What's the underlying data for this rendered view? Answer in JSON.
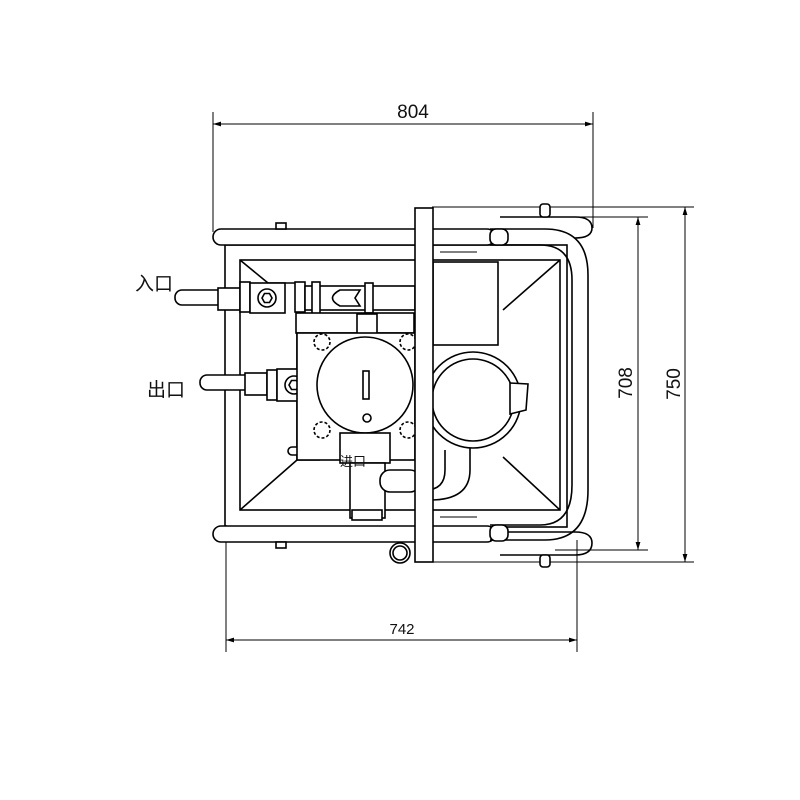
{
  "dimensions": {
    "overall_width": "804",
    "frame_width": "742",
    "inner_depth": "708",
    "overall_depth": "750"
  },
  "labels": {
    "inlet": "入口",
    "outlet": "出口",
    "inlet_small": "进口"
  },
  "colors": {
    "line": "#000000",
    "background": "#ffffff"
  }
}
